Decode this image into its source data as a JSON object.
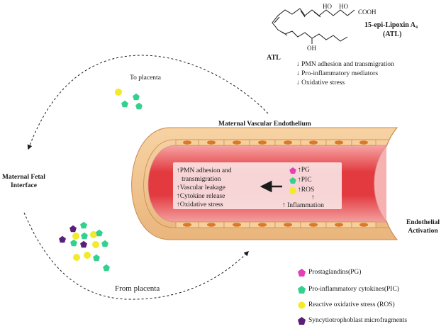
{
  "molecule": {
    "ho1": "HO",
    "ho2": "HO",
    "cooh": "COOH",
    "oh": "OH",
    "name": "15-epi-Lipoxin A₄",
    "abbrev": "(ATL)"
  },
  "atl_effects": {
    "label": "ATL",
    "items": [
      "↓ PMN adhesion and transmigration",
      "↓ Pro-inflammatory mediators",
      "↓ Oxidative stress"
    ]
  },
  "labels": {
    "to_placenta": "To placenta",
    "maternal_fetal": "Maternal Fetal\nInterface",
    "vascular_endothelium": "Maternal Vascular Endothelium",
    "endothelial_activation": "Endothelial\nActivation",
    "from_placenta": "From placenta"
  },
  "vessel": {
    "left_effects": [
      "↑PMN  adhesion and",
      "   transmigration",
      "↑Vascular leakage",
      "↑Cytokine release",
      "↑Oxidative stress"
    ],
    "mediators": [
      "↑PG",
      "↑PIC",
      "↑ROS"
    ],
    "inflammation": "↑ Inflammation",
    "up_arrow": "↑"
  },
  "legend": [
    {
      "label": "Prostaglandins(PG)",
      "color": "#e23fb8"
    },
    {
      "label": "Pro-inflammatory cytokines(PIC)",
      "color": "#34d08e"
    },
    {
      "label": "Reactive oxidative stress (ROS)",
      "color": "#f2ea2a"
    },
    {
      "label": "Syncytiotrophoblast microfragments",
      "color": "#5a1f78"
    }
  ],
  "colors": {
    "vessel_outer": "#f2c58e",
    "vessel_lumen": "#e23a3f",
    "cell_nucleus": "#d97a2a",
    "pg": "#e23fb8",
    "pic": "#34d08e",
    "ros": "#f2ea2a",
    "stbm": "#5a1f78"
  }
}
